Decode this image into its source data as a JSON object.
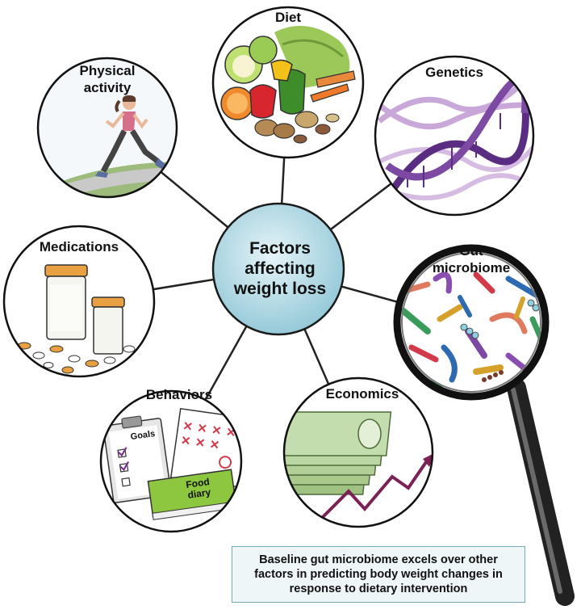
{
  "center": {
    "lines": [
      "Factors",
      "affecting",
      "weight loss"
    ]
  },
  "factors": {
    "diet": "Diet",
    "genetics": "Genetics",
    "physical_activity": [
      "Physical",
      "activity"
    ],
    "medications": "Medications",
    "gut_microbiome": [
      "Gut",
      "microbiome"
    ],
    "behaviors": "Behaviors",
    "economics": "Economics"
  },
  "behaviors_items": {
    "goals": "Goals",
    "food_diary": [
      "Food",
      "diary"
    ]
  },
  "caption": "Baseline gut microbiome excels over other factors in predicting body weight changes in response to dietary intervention",
  "colors": {
    "hub_fill": "#a8d4e0",
    "hub_stroke": "#1a1a1a",
    "dna": "#6b3f8f",
    "money": "#a9c98d",
    "diary": "#8dc63f",
    "arrow": "#7b2155",
    "track": "#9dbb7c"
  }
}
